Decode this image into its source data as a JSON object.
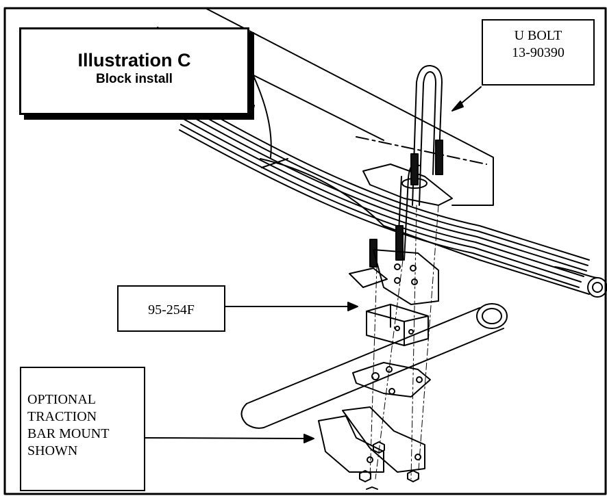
{
  "title_box": {
    "title": "Illustration C",
    "subtitle": "Block install"
  },
  "callouts": {
    "u_bolt": {
      "line1": "U BOLT",
      "line2": "13-90390"
    },
    "block_part": "95-254F",
    "traction_bar": [
      "OPTIONAL",
      "TRACTION",
      "BAR MOUNT",
      "SHOWN"
    ]
  },
  "colors": {
    "line": "#000000",
    "background": "#ffffff",
    "thread": "#111111"
  }
}
